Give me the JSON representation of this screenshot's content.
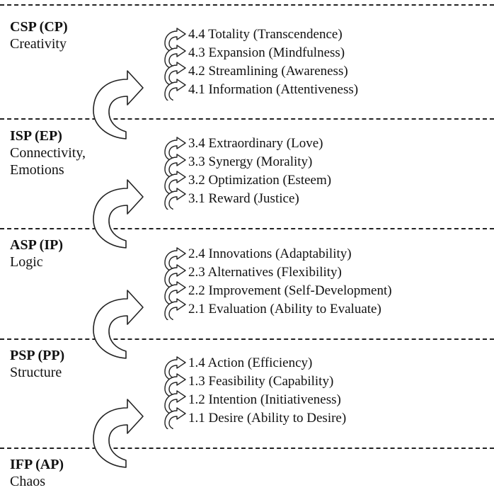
{
  "levels": [
    {
      "code": "CSP (CP)",
      "desc": [
        "Creativity"
      ],
      "stages": [
        "4.4 Totality (Transcendence)",
        "4.3 Expansion (Mindfulness)",
        "4.2 Streamlining (Awareness)",
        "4.1 Information (Attentiveness)"
      ]
    },
    {
      "code": "ISP (EP)",
      "desc": [
        "Connectivity,",
        "Emotions"
      ],
      "stages": [
        "3.4 Extraordinary (Love)",
        "3.3 Synergy (Morality)",
        "3.2 Optimization (Esteem)",
        "3.1 Reward (Justice)"
      ]
    },
    {
      "code": "ASP (IP)",
      "desc": [
        "Logic"
      ],
      "stages": [
        "2.4 Innovations (Adaptability)",
        "2.3 Alternatives (Flexibility)",
        "2.2 Improvement (Self-Development)",
        "2.1 Evaluation (Ability to Evaluate)"
      ]
    },
    {
      "code": "PSP (PP)",
      "desc": [
        "Structure"
      ],
      "stages": [
        "1.4 Action (Efficiency)",
        "1.3 Feasibility (Capability)",
        "1.2 Intention (Initiativeness)",
        "1.1 Desire (Ability to Desire)"
      ]
    },
    {
      "code": "IFP (AP)",
      "desc": [
        "Chaos"
      ],
      "stages": []
    }
  ],
  "colors": {
    "line": "#222222",
    "text": "#111111",
    "arrow_fill": "#ffffff"
  },
  "icons": {
    "big_arrow": "curved-up-arrow-icon",
    "small_arrow": "curl-arrow-icon"
  }
}
